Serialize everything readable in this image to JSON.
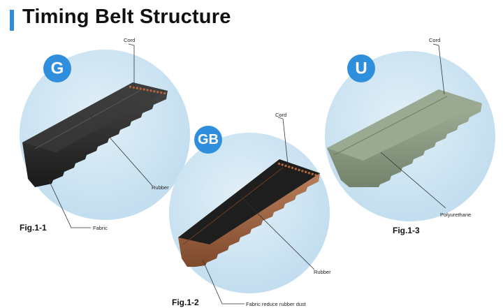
{
  "title": "Timing Belt Structure",
  "colors": {
    "accent_bar": "#2e8ed8",
    "circle_fill": "#cfe6f3",
    "badge_fill": "#2f8fdc",
    "belt_g": "#2a2a2a",
    "belt_gb_teeth": "#a56a45",
    "belt_gb_top": "#1e1e1e",
    "belt_u": "#8f9f86",
    "cord_copper": "#b8653a"
  },
  "panels": [
    {
      "badge": "G",
      "figure": "Fig.1-1",
      "callouts": {
        "cord": "Cord",
        "rubber": "Rubber",
        "fabric": "Fabric"
      }
    },
    {
      "badge": "GB",
      "figure": "Fig.1-2",
      "callouts": {
        "cord": "Cord",
        "rubber": "Rubber",
        "fabric": "Fabric  reduce rubber dust"
      }
    },
    {
      "badge": "U",
      "figure": "Fig.1-3",
      "callouts": {
        "cord": "Cord",
        "material": "Polyurethane"
      }
    }
  ]
}
